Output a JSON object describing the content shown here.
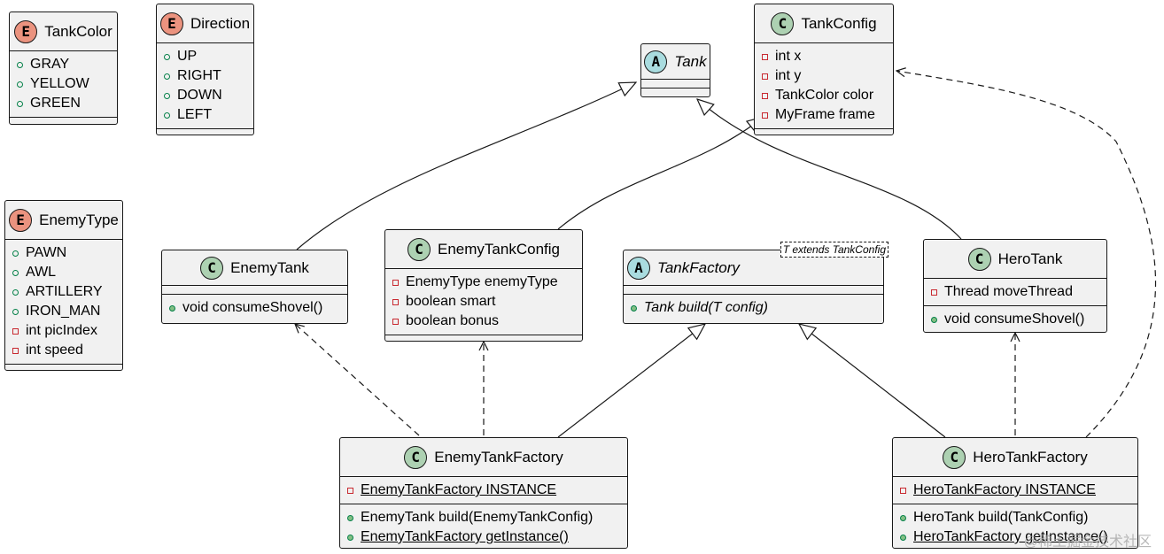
{
  "classes": {
    "tank_color": {
      "stereotype": "E",
      "name": "TankColor",
      "fields": [
        "GRAY",
        "YELLOW",
        "GREEN"
      ]
    },
    "direction": {
      "stereotype": "E",
      "name": "Direction",
      "fields": [
        "UP",
        "RIGHT",
        "DOWN",
        "LEFT"
      ]
    },
    "enemy_type": {
      "stereotype": "E",
      "name": "EnemyType",
      "fields": [
        "PAWN",
        "AWL",
        "ARTILLERY",
        "IRON_MAN",
        "int picIndex",
        "int speed"
      ]
    },
    "tank": {
      "stereotype": "A",
      "name": "Tank"
    },
    "tank_config": {
      "stereotype": "C",
      "name": "TankConfig",
      "fields": [
        "int x",
        "int y",
        "TankColor color",
        "MyFrame frame"
      ]
    },
    "enemy_tank": {
      "stereotype": "C",
      "name": "EnemyTank",
      "methods": [
        "void consumeShovel()"
      ]
    },
    "enemy_tank_config": {
      "stereotype": "C",
      "name": "EnemyTankConfig",
      "fields": [
        "EnemyType enemyType",
        "boolean smart",
        "boolean bonus"
      ]
    },
    "tank_factory": {
      "stereotype": "A",
      "name": "TankFactory",
      "generic": "T extends TankConfig",
      "methods": [
        "Tank build(T config)"
      ]
    },
    "hero_tank": {
      "stereotype": "C",
      "name": "HeroTank",
      "fields": [
        "Thread moveThread"
      ],
      "methods": [
        "void consumeShovel()"
      ]
    },
    "enemy_tank_factory": {
      "stereotype": "C",
      "name": "EnemyTankFactory",
      "fields": [
        "EnemyTankFactory INSTANCE"
      ],
      "methods": [
        "EnemyTank build(EnemyTankConfig)",
        "EnemyTankFactory getInstance()"
      ]
    },
    "hero_tank_factory": {
      "stereotype": "C",
      "name": "HeroTankFactory",
      "fields": [
        "HeroTankFactory INSTANCE"
      ],
      "methods": [
        "HeroTank build(TankConfig)",
        "HeroTankFactory getInstance()"
      ]
    }
  },
  "watermark": "@稀土掘金技术社区"
}
